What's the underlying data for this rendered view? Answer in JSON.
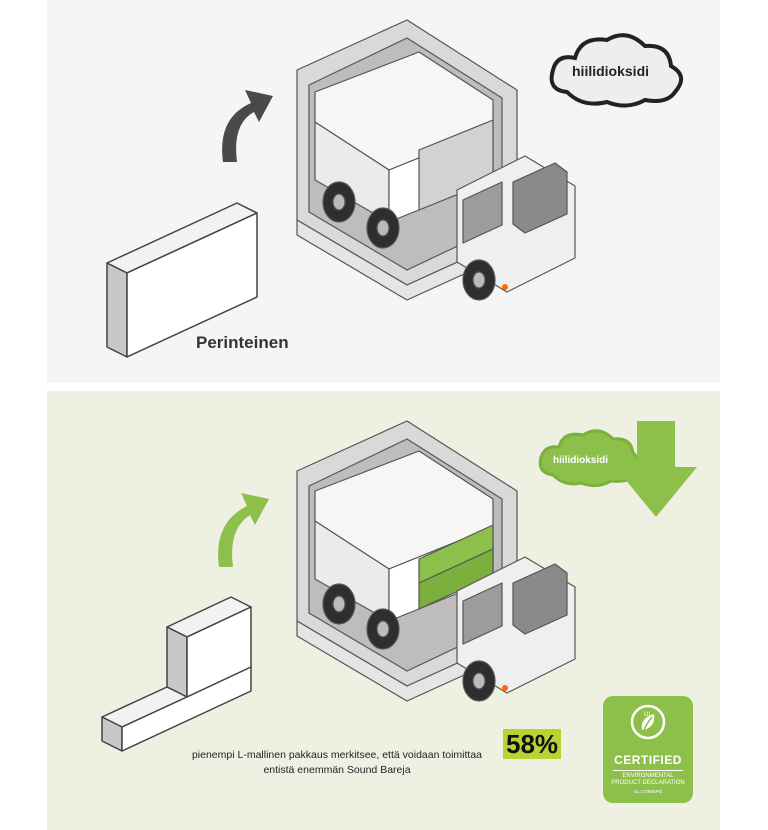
{
  "traditional": {
    "label": "Perinteinen",
    "cloud_label": "hiilidioksidi"
  },
  "improved": {
    "cloud_label": "hiilidioksidi",
    "caption_line1": "pienempi L-mallinen pakkaus merkitsee, että voidaan toimittaa",
    "caption_line2": "entistä enemmän Sound Bareja",
    "percent": "58%"
  },
  "certification": {
    "logo_text": "UL",
    "title": "CERTIFIED",
    "sub1": "ENVIRONMENTAL",
    "sub2": "PRODUCT DECLARATION",
    "sub3": "UL.COM/EPD"
  },
  "colors": {
    "accent_green": "#8dc04a",
    "highlight_green": "#b6d432",
    "arrow_gray": "#4a4a4a"
  }
}
